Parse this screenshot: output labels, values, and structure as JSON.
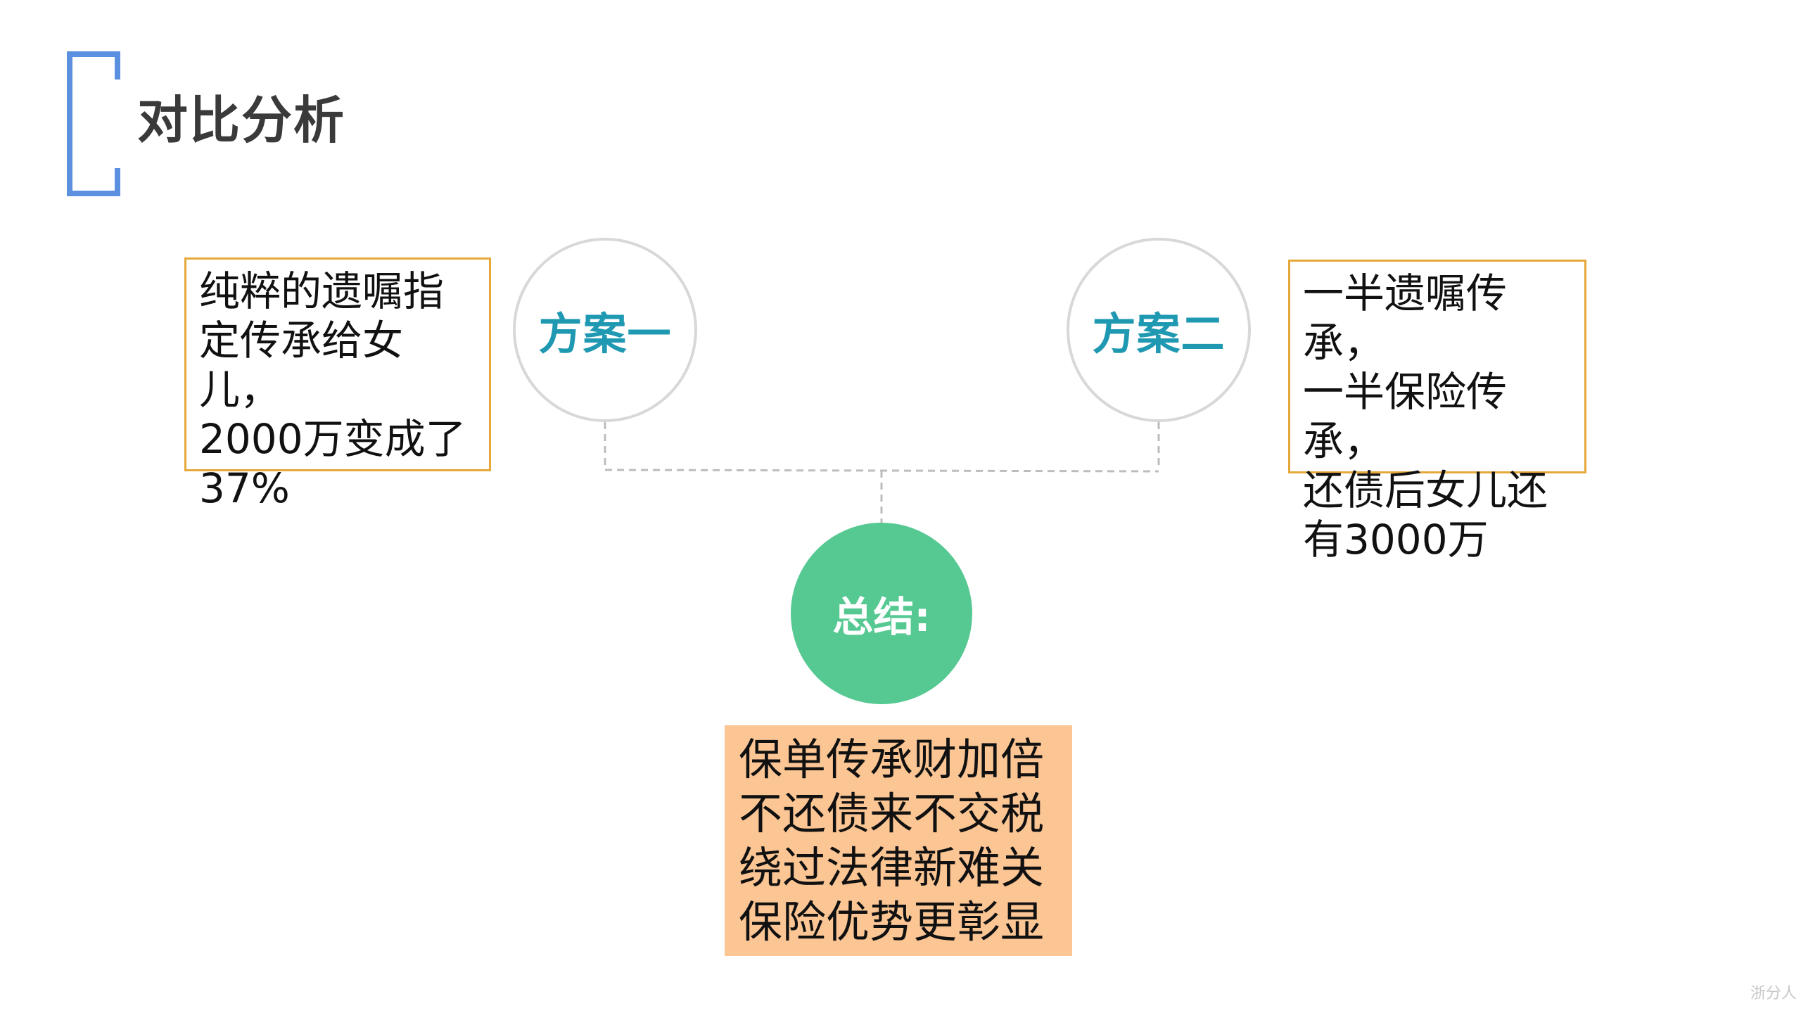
{
  "title": "对比分析",
  "plan_one": {
    "label": "方案一",
    "description": "纯粹的遗嘱指\n定传承给女儿，\n2000万变成了\n37%"
  },
  "plan_two": {
    "label": "方案二",
    "description": "一半遗嘱传承，\n一半保险传承，\n还债后女儿还\n有3000万"
  },
  "summary": {
    "label": "总结:",
    "text": "保单传承财加倍\n不还债来不交税\n绕过法律新难关\n保险优势更彰显"
  },
  "watermark": "浙分人",
  "colors": {
    "bracket": "#5b8fe0",
    "plan_text": "#1f98b2",
    "summary_circle": "#56c993",
    "summary_box": "#fbc594",
    "box_border": "#e6a83a"
  }
}
